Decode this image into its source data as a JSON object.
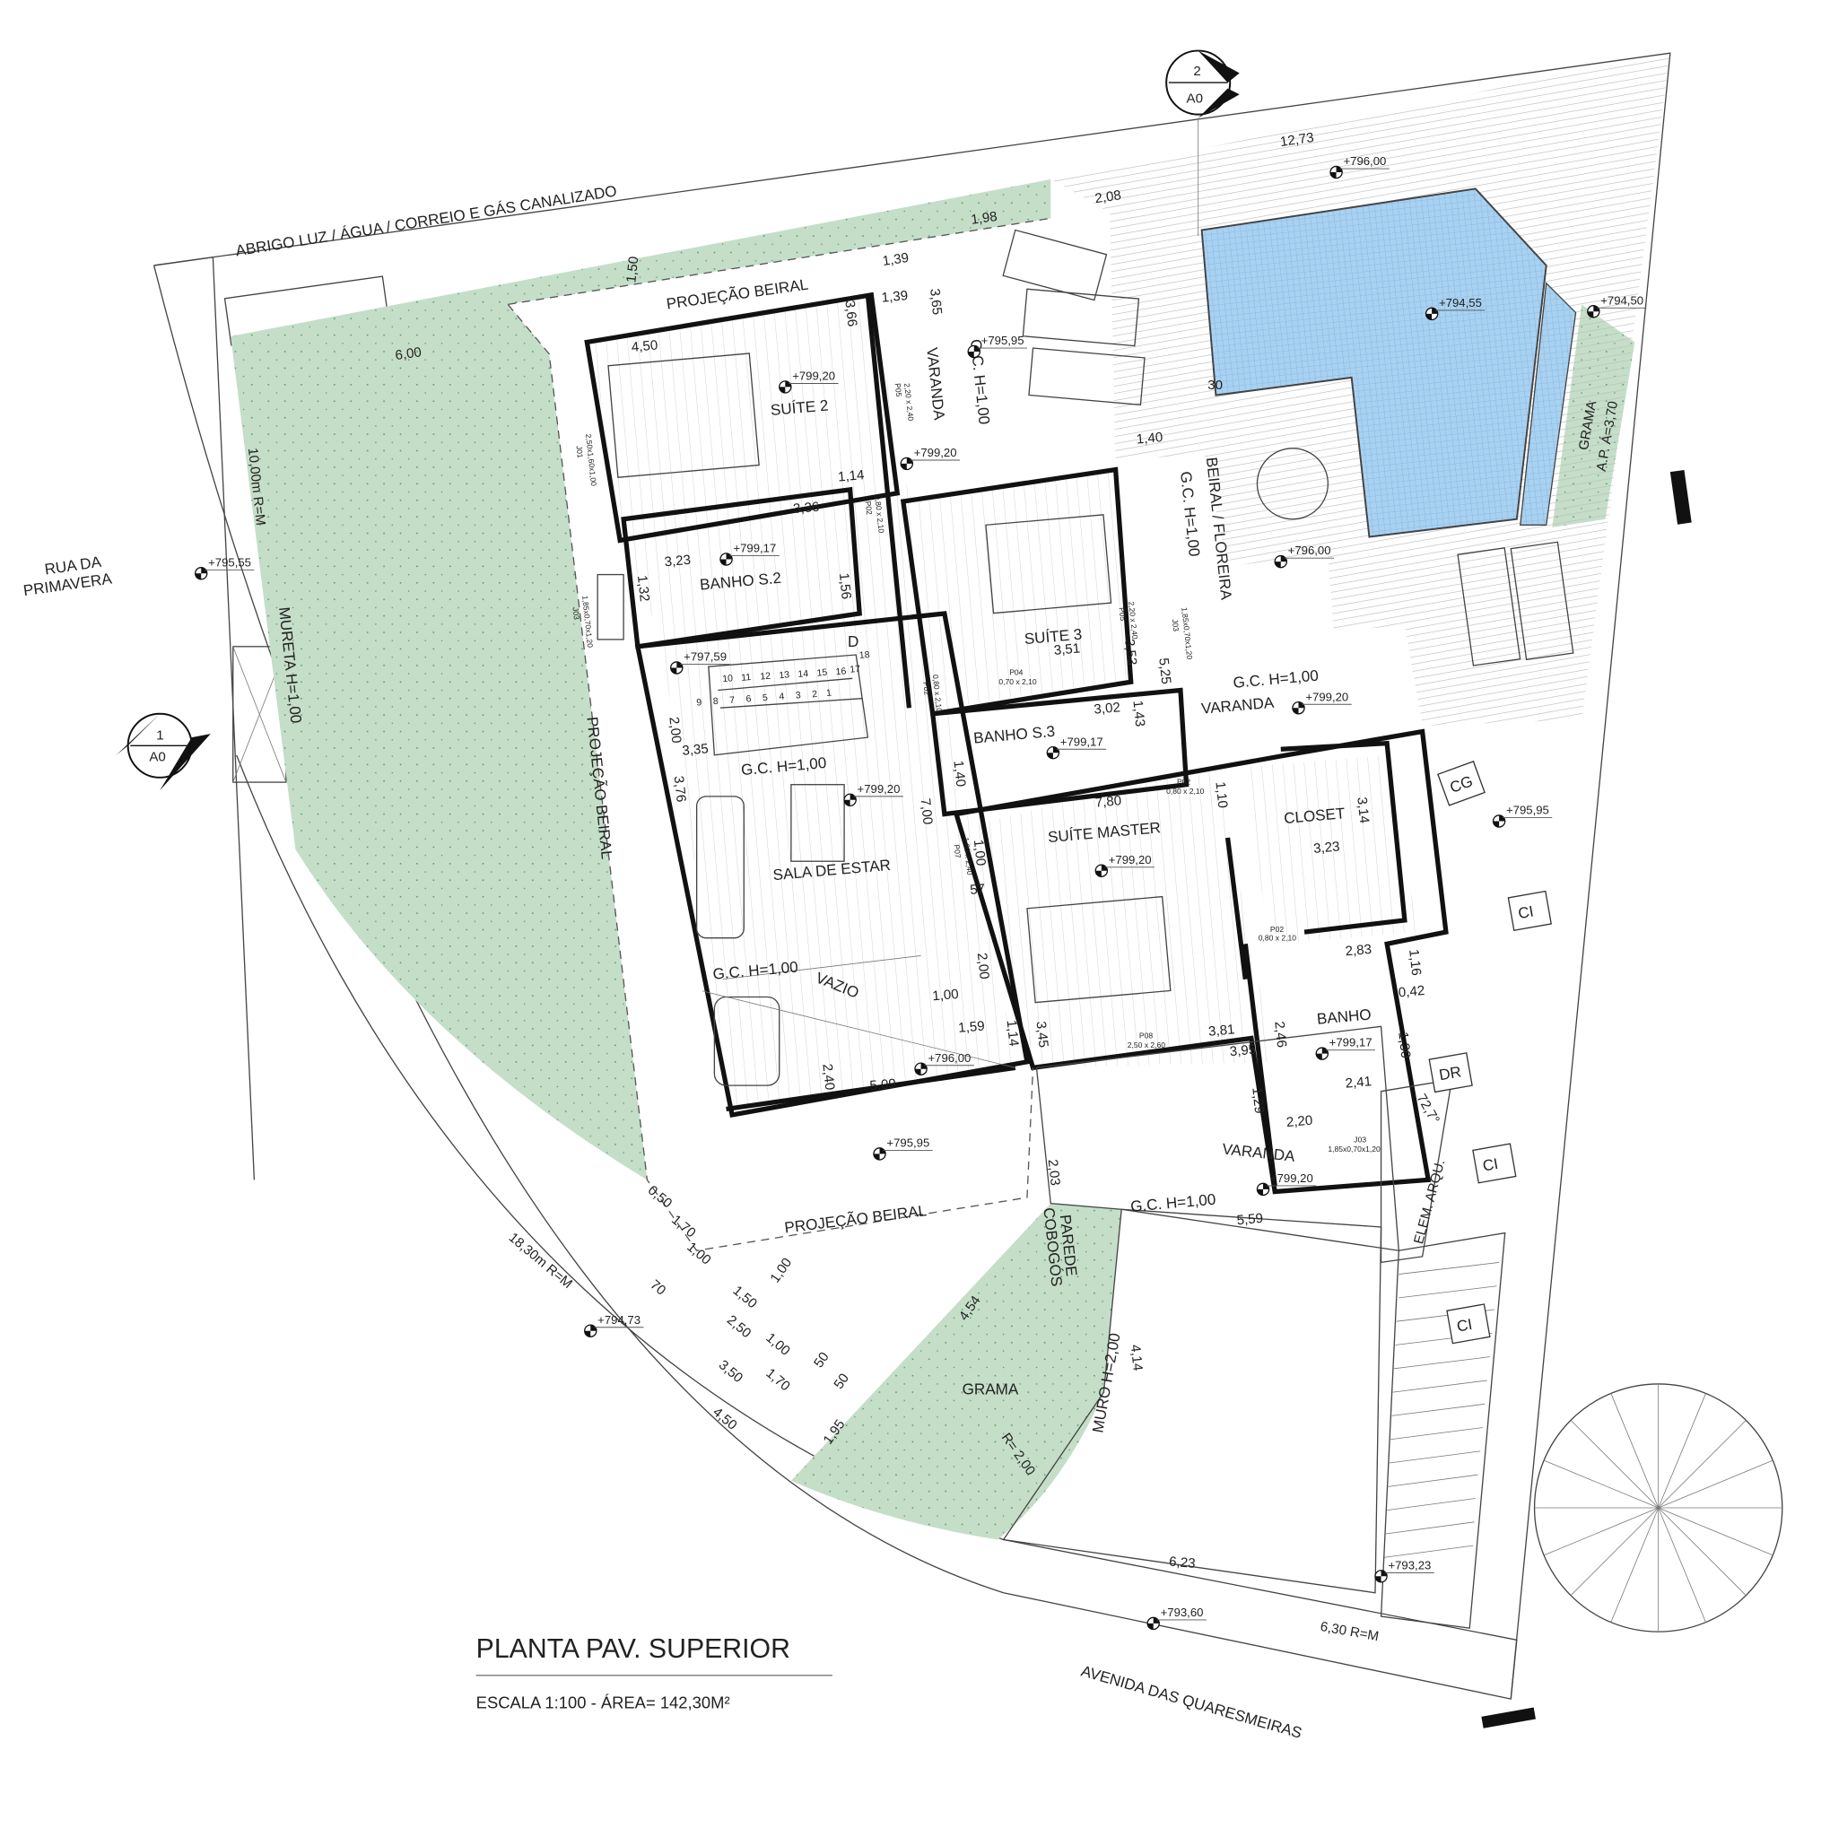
{
  "title": {
    "main": "PLANTA PAV. SUPERIOR",
    "scale": "ESCALA 1:100 - ÁREA=  142,30M²"
  },
  "colors": {
    "grass": "#c5dec8",
    "pool": "#a9d1f0",
    "pool_grid": "#7fb3e0",
    "wall": "#111111",
    "deck": "#bdbdbd"
  },
  "streets": {
    "abrigo": "ABRIGO LUZ / ÁGUA / CORREIO E GÁS CANALIZADO",
    "rua_1": "RUA DA",
    "rua_2": "PRIMAVERA",
    "avenida": "AVENIDA DAS QUARESMEIRAS",
    "mureta": "MURETA H=1,00",
    "r10": "10,00m R=M",
    "r18": "18,30m R=M",
    "r6": "6,30 R=M"
  },
  "rooms": {
    "suite2": "SUÍTE 2",
    "varanda_top": "VARANDA",
    "gc_top": "G.C. H=1,00",
    "banho_s2": "BANHO S.2",
    "suite3": "SUÍTE 3",
    "beiral_floreira": "BEIRAL / FLOREIRA",
    "gc_floreira": "G.C. H=1,00",
    "banho_s3": "BANHO S.3",
    "varanda_mid": "VARANDA",
    "gc_mid": "G.C. H=1,00",
    "sala": "SALA DE ESTAR",
    "gc_sala": "G.C. H=1,00",
    "gc_vazio": "G.C. H=1,00",
    "vazio": "VAZIO",
    "suite_master": "SUÍTE MASTER",
    "closet": "CLOSET",
    "banho": "BANHO",
    "varanda_bottom": "VARANDA",
    "gc_bottom": "G.C. H=1,00",
    "parede_1": "PAREDE",
    "parede_2": "COBOGÓS",
    "muro": "MURO H=2,00",
    "grama": "GRAMA",
    "grama_r_1": "GRAMA",
    "grama_r_2": "A.P. Á=3,70",
    "elem": "ELEM. ARQU.",
    "raio": "R= 2,00",
    "stair_d": "D",
    "proj_top": "PROJEÇÃO BEIRAL",
    "proj_left": "PROJEÇÃO BEIRAL",
    "proj_bottom": "PROJEÇÃO BEIRAL"
  },
  "boxes": [
    "CG",
    "CI",
    "DR",
    "CI",
    "CI"
  ],
  "sections": [
    {
      "num": "1",
      "sheet": "A0"
    },
    {
      "num": "2",
      "sheet": "A0"
    }
  ],
  "levels": [
    "+796,00",
    "+794,55",
    "+794,50",
    "+795,95",
    "+799,20",
    "+799,20",
    "+799,17",
    "+797,59",
    "+799,17",
    "+799,20",
    "+796,00",
    "+795,55",
    "+799,20",
    "+799,20",
    "+796,00",
    "+799,17",
    "+795,95",
    "+799,20",
    "+795,95",
    "+794,73",
    "+793,23",
    "+793,60"
  ],
  "dims": [
    "12,73",
    "2,08",
    "1,98",
    "1,39",
    "1,39",
    "3,65",
    "1,50",
    "6,00",
    "4,50",
    "3,66",
    "1,14",
    "3,36",
    "3,23",
    "1,32",
    "1,56",
    "30",
    "1,40",
    "3,53",
    "5,25",
    "3,51",
    "3,02",
    "1,43",
    "2,00",
    "3,35",
    "3,76",
    "7,00",
    "1,40",
    "7,80",
    "1,10",
    "3,14",
    "3,23",
    "1,00",
    "57",
    "2,00",
    "1,00",
    "1,59",
    "1,14",
    "3,45",
    "2,40",
    "5,09",
    "3,81",
    "3,95",
    "2,83",
    "1,16",
    "0,42",
    "2,46",
    "1,30",
    "2,41",
    "1,29",
    "2,20",
    "72,7°",
    "5,59",
    "2,03",
    "4,54",
    "4,14",
    "6,23",
    "1,95",
    "0,50",
    "1,70",
    "1,00",
    "70",
    "1,50",
    "1,00",
    "2,50",
    "1,00",
    "3,50",
    "1,70",
    "50",
    "4,50",
    "50"
  ],
  "tags": [
    "P05",
    "2,20 x 2,40",
    "J01",
    "2,50x1,60x1,00",
    "P02",
    "0,80 x 2,10",
    "J03",
    "1,85x0,70x1,20",
    "P05",
    "2,20 x 2,40",
    "J03",
    "1,85x0,70x1,20",
    "P04",
    "0,70 x 2,10",
    "P02",
    "0,80 x 2,10",
    "P07",
    "1,80 x 2,40",
    "P02",
    "0,80 x 2,10",
    "P02",
    "0,80 x 2,10",
    "P08",
    "2,50 x 2,60",
    "J03",
    "1,85x0,70x1,20"
  ],
  "stair_steps": [
    "1",
    "2",
    "3",
    "4",
    "5",
    "6",
    "7",
    "8",
    "9",
    "10",
    "11",
    "12",
    "13",
    "14",
    "15",
    "16",
    "17",
    "18"
  ]
}
